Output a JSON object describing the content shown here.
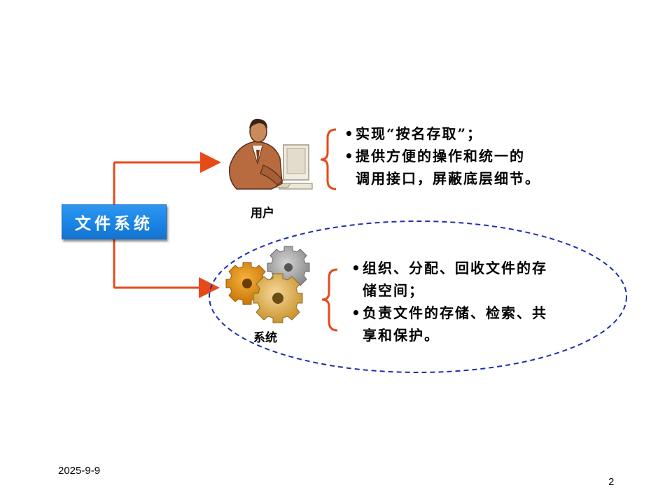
{
  "root": {
    "label": "文件系统"
  },
  "branches": {
    "user": {
      "label": "用户",
      "icon": "person-at-computer-icon",
      "points": [
        {
          "line1": "实现“按名存取”；",
          "line2": ""
        },
        {
          "line1": "提供方便的操作和统一的",
          "line2": "调用接口，屏蔽底层细节。"
        }
      ]
    },
    "system": {
      "label": "系统",
      "icon": "gears-icon",
      "points": [
        {
          "line1": "组织、分配、回收文件的存",
          "line2": "储空间；"
        },
        {
          "line1": "负责文件的存储、检索、共",
          "line2": "享和保护。"
        }
      ]
    }
  },
  "footer": {
    "date": "2025-9-9",
    "page": "2"
  },
  "colors": {
    "arrow": "#e64a19",
    "bracket": "#e64a19",
    "ellipse": "#1c2eb0",
    "box": "#1a84e4"
  }
}
